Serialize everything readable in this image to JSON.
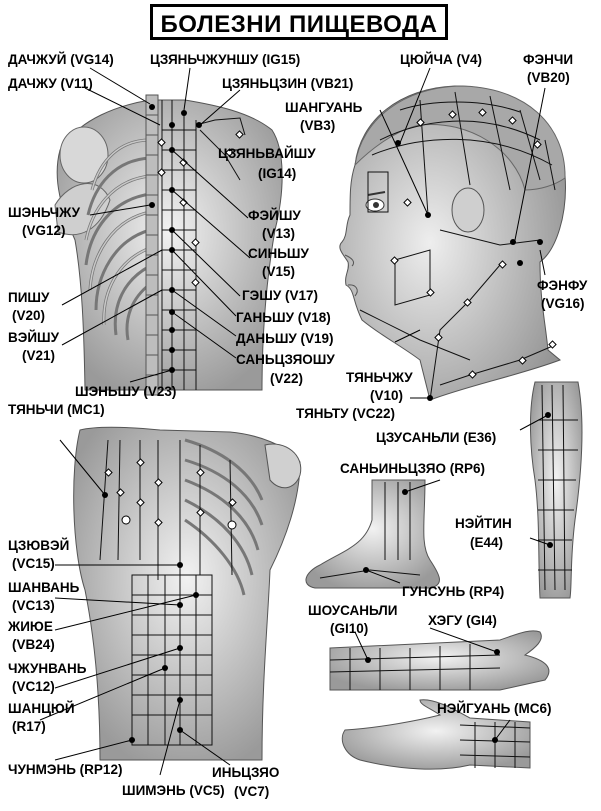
{
  "title": "БОЛЕЗНИ ПИЩЕВОДА",
  "labels": {
    "dachzhuy": "ДАЧЖУЙ (VG14)",
    "dachzhu": "ДАЧЖУ (V11)",
    "tszyanchzhunshu": "ЦЗЯНЬЧЖУНШУ (IG15)",
    "tszyantszin": "ЦЗЯНЬЦЗИН (VB21)",
    "tsyuycha": "ЦЮЙЧА (V4)",
    "fenchi_a": "ФЭНЧИ",
    "fenchi_b": "(VB20)",
    "shanguan_a": "ШАНГУАНЬ",
    "shanguan_b": "(VB3)",
    "tszyanvayshu_a": "ЦЗЯНЬВАЙШУ",
    "tszyanvayshu_b": "(IG14)",
    "shenchzhu_a": "ШЭНЬЧЖУ",
    "shenchzhu_b": "(VG12)",
    "feyshu_a": "ФЭЙШУ",
    "feyshu_b": "(V13)",
    "sinshu_a": "СИНЬШУ",
    "sinshu_b": "(V15)",
    "fenfu_a": "ФЭНФУ",
    "fenfu_b": "(VG16)",
    "pishu_a": "ПИШУ",
    "pishu_b": "(V20)",
    "geshu": "ГЭШУ (V17)",
    "ganshu": "ГАНЬШУ (V18)",
    "veyshu_a": "ВЭЙШУ",
    "veyshu_b": "(V21)",
    "danshu": "ДАНЬШУ (V19)",
    "santszyaoshu_a": "САНЬЦЗЯОШУ",
    "santszyaoshu_b": "(V22)",
    "shenshu": "ШЭНЬШУ (V23)",
    "tyanchzhu_a": "ТЯНЬЧЖУ",
    "tyanchzhu_b": "(V10)",
    "tyanchi": "ТЯНЬЧИ (MC1)",
    "tyantu": "ТЯНЬТУ (VC22)",
    "tszusanli": "ЦЗУСАНЬЛИ (E36)",
    "saninstszyao": "САНЬИНЬЦЗЯО (RP6)",
    "tszyuvey_a": "ЦЗЮВЭЙ",
    "tszyuvey_b": "(VC15)",
    "shanvan_a": "ШАНВАНЬ",
    "shanvan_b": "(VC13)",
    "neytin_a": "НЭЙТИН",
    "neytin_b": "(E44)",
    "zhiyue_a": "ЖИЮЕ",
    "zhiyue_b": "(VB24)",
    "gunsun": "ГУНСУНЬ (RP4)",
    "shousanli_a": "ШОУСАНЬЛИ",
    "shousanli_b": "(GI10)",
    "hegu": "ХЭГУ (GI4)",
    "chzhunvan_a": "ЧЖУНВАНЬ",
    "chzhunvan_b": "(VC12)",
    "shantsyuy_a": "ШАНЦЮЙ",
    "shantsyuy_b": "(R17)",
    "neyguan": "НЭЙГУАНЬ (MC6)",
    "chunmen": "ЧУНМЭНЬ (RP12)",
    "shimen": "ШИМЭНЬ (VC5)",
    "inrtszyao_a": "ИНЬЦЗЯО",
    "inrtszyao_b": "(VC7)"
  }
}
